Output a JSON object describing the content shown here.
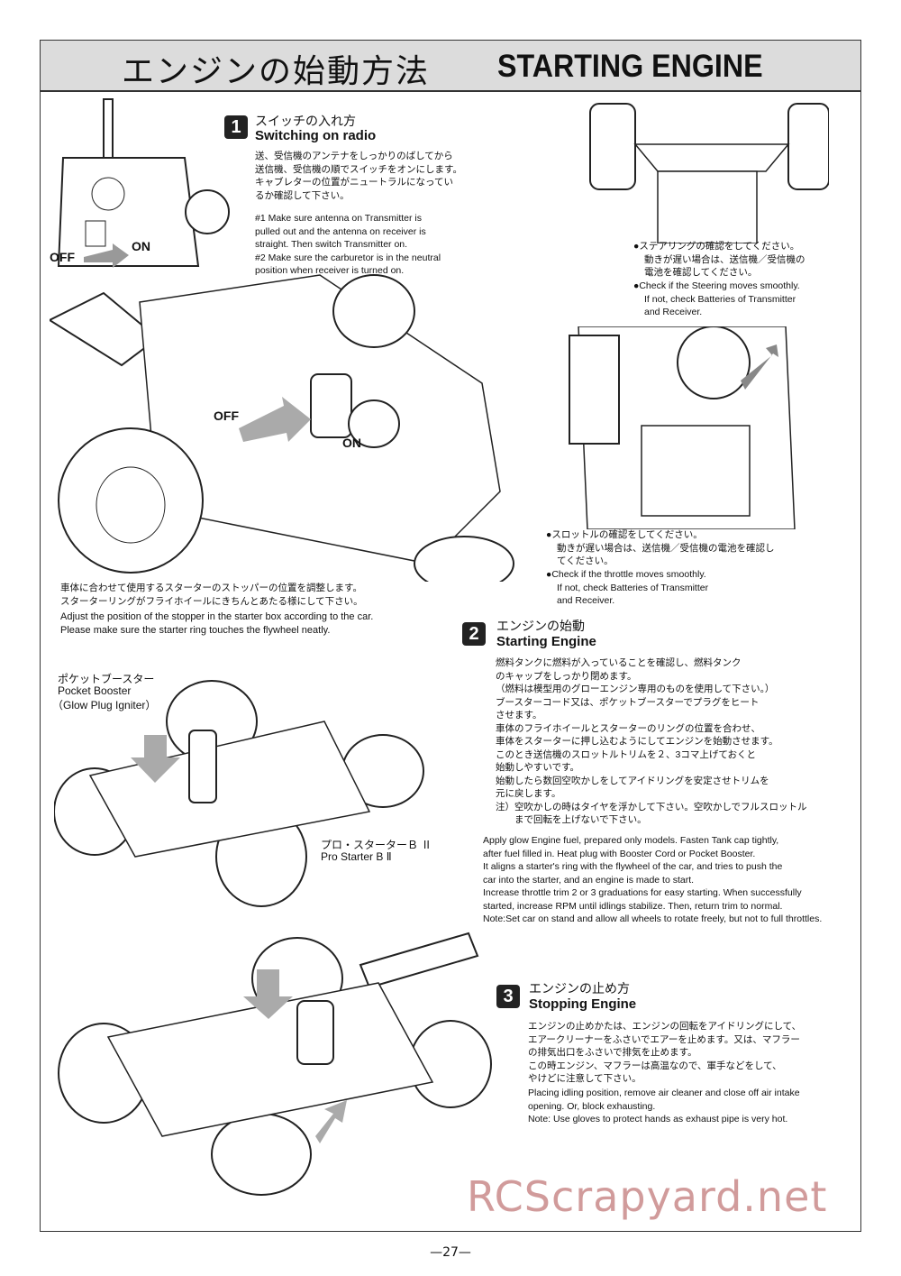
{
  "header": {
    "title_jp": "エンジンの始動方法",
    "title_en": "STARTING ENGINE"
  },
  "section1": {
    "number": "1",
    "title_jp": "スイッチの入れ方",
    "title_en": "Switching on radio",
    "jp_lines": [
      "送、受信機のアンテナをしっかりのばしてから",
      "送信機、受信機の順でスイッチをオンにします。",
      "キャブレターの位置がニュートラルになってい",
      "るか確認して下さい。"
    ],
    "en_lines": [
      "#1 Make sure antenna on Transmitter is",
      "pulled out and the antenna on receiver is",
      "straight. Then switch Transmitter on.",
      "#2 Make sure the carburetor is in the neutral",
      "position when receiver is turned on."
    ],
    "off_label": "OFF",
    "on_label": "ON"
  },
  "steering_note": {
    "jp_lines": [
      "●ステアリングの確認をしてください。",
      "動きが遅い場合は、送信機／受信機の",
      "電池を確認してください。"
    ],
    "en_lines": [
      "●Check if the Steering moves smoothly.",
      "If not, check Batteries of Transmitter",
      "and Receiver."
    ]
  },
  "throttle_note": {
    "jp_lines": [
      "●スロットルの確認をしてください。",
      "動きが遅い場合は、送信機／受信機の電池を確認し",
      "てください。"
    ],
    "en_lines": [
      "●Check if the throttle moves smoothly.",
      "If not, check  Batteries of  Transmitter",
      "and Receiver."
    ]
  },
  "starter_note": {
    "jp_lines": [
      "車体に合わせて使用するスターターのストッパーの位置を調整します。",
      "スターターリングがフライホイールにきちんとあたる様にして下さい。"
    ],
    "en_lines": [
      "Adjust the position of the stopper in the starter box according to the car.",
      "Please make sure the starter ring touches the flywheel neatly."
    ]
  },
  "labels": {
    "pocket_jp": "ポケットブースター",
    "pocket_en": "Pocket  Booster",
    "pocket_en2": "（Glow Plug Igniter）",
    "pro_jp": "プロ・スターターＢ Ⅱ",
    "pro_en": "Pro Starter  B  Ⅱ"
  },
  "section2": {
    "number": "2",
    "title_jp": "エンジンの始動",
    "title_en": "Starting Engine",
    "jp_lines": [
      "燃料タンクに燃料が入っていることを確認し、燃料タンク",
      "のキャップをしっかり閉めます。",
      "（燃料は模型用のグローエンジン専用のものを使用して下さい。）",
      "ブースターコード又は、ポケットブースターでプラグをヒート",
      "させます。",
      "車体のフライホイールとスターターのリングの位置を合わせ、",
      "車体をスターターに押し込むようにしてエンジンを始動させます。",
      "このとき送信機のスロットルトリムを２、3コマ上げておくと",
      "始動しやすいです。",
      "始動したら数回空吹かしをしてアイドリングを安定させトリムを",
      "元に戻します。",
      "注）空吹かしの時はタイヤを浮かして下さい。空吹かしでフルスロットル",
      "　　まで回転を上げないで下さい。"
    ],
    "en_lines": [
      "Apply glow Engine fuel, prepared only models.  Fasten Tank cap tightly,",
      "after fuel filled in.  Heat plug with Booster Cord or Pocket Booster.",
      "It aligns a starter's ring with the flywheel  of the car, and tries to push the",
      "car into the starter, and an engine is made to start.",
      "Increase throttle trim  2 or 3 graduations for easy starting.  When successfully",
      "started, increase RPM until idlings stabilize.  Then,  return trim to normal.",
      "Note:Set car on stand and allow all wheels to rotate freely, but  not to full throttles."
    ]
  },
  "section3": {
    "number": "3",
    "title_jp": "エンジンの止め方",
    "title_en": "Stopping Engine",
    "jp_lines": [
      "エンジンの止めかたは、エンジンの回転をアイドリングにして、",
      "エアークリーナーをふさいでエアーを止めます。又は、マフラー",
      "の排気出口をふさいで排気を止めます。",
      "この時エンジン、マフラーは高温なので、軍手などをして、",
      "やけどに注意して下さい。"
    ],
    "en_lines": [
      "Placing idling position, remove  air  cleaner and close off air intake",
      "opening. Or, block exhausting.",
      "Note: Use gloves to protect hands as exhaust pipe is very hot."
    ]
  },
  "watermark": "RCScrapyard.net",
  "page_number": "—27—"
}
